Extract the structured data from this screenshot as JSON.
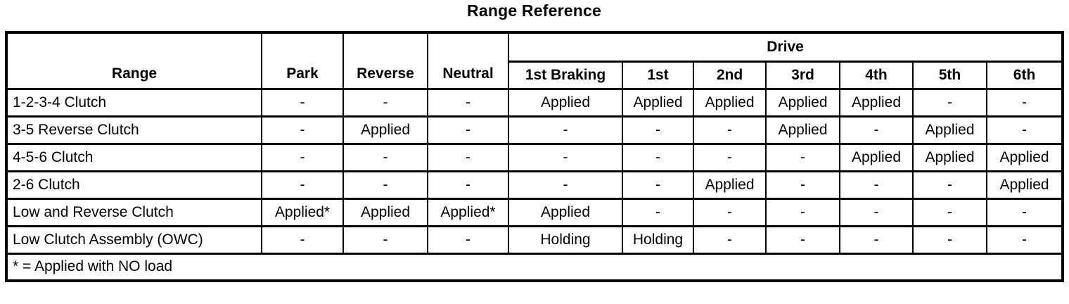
{
  "title": "Range Reference",
  "table": {
    "drive_header": "Drive",
    "columns": [
      "Range",
      "Park",
      "Reverse",
      "Neutral",
      "1st Braking",
      "1st",
      "2nd",
      "3rd",
      "4th",
      "5th",
      "6th"
    ],
    "rows": [
      {
        "range": "1-2-3-4 Clutch",
        "cells": [
          "-",
          "-",
          "-",
          "Applied",
          "Applied",
          "Applied",
          "Applied",
          "Applied",
          "-",
          "-"
        ]
      },
      {
        "range": "3-5 Reverse Clutch",
        "cells": [
          "-",
          "Applied",
          "-",
          "-",
          "-",
          "-",
          "Applied",
          "-",
          "Applied",
          "-"
        ]
      },
      {
        "range": "4-5-6 Clutch",
        "cells": [
          "-",
          "-",
          "-",
          "-",
          "-",
          "-",
          "-",
          "Applied",
          "Applied",
          "Applied"
        ]
      },
      {
        "range": "2-6 Clutch",
        "cells": [
          "-",
          "-",
          "-",
          "-",
          "-",
          "Applied",
          "-",
          "-",
          "-",
          "Applied"
        ]
      },
      {
        "range": "Low and Reverse Clutch",
        "cells": [
          "Applied*",
          "Applied",
          "Applied*",
          "Applied",
          "-",
          "-",
          "-",
          "-",
          "-",
          "-"
        ]
      },
      {
        "range": "Low Clutch Assembly (OWC)",
        "cells": [
          "-",
          "-",
          "-",
          "Holding",
          "Holding",
          "-",
          "-",
          "-",
          "-",
          "-"
        ]
      }
    ],
    "footnote": "* = Applied with NO load",
    "colors": {
      "border": "#000000",
      "background": "#ffffff",
      "text": "#000000"
    }
  }
}
